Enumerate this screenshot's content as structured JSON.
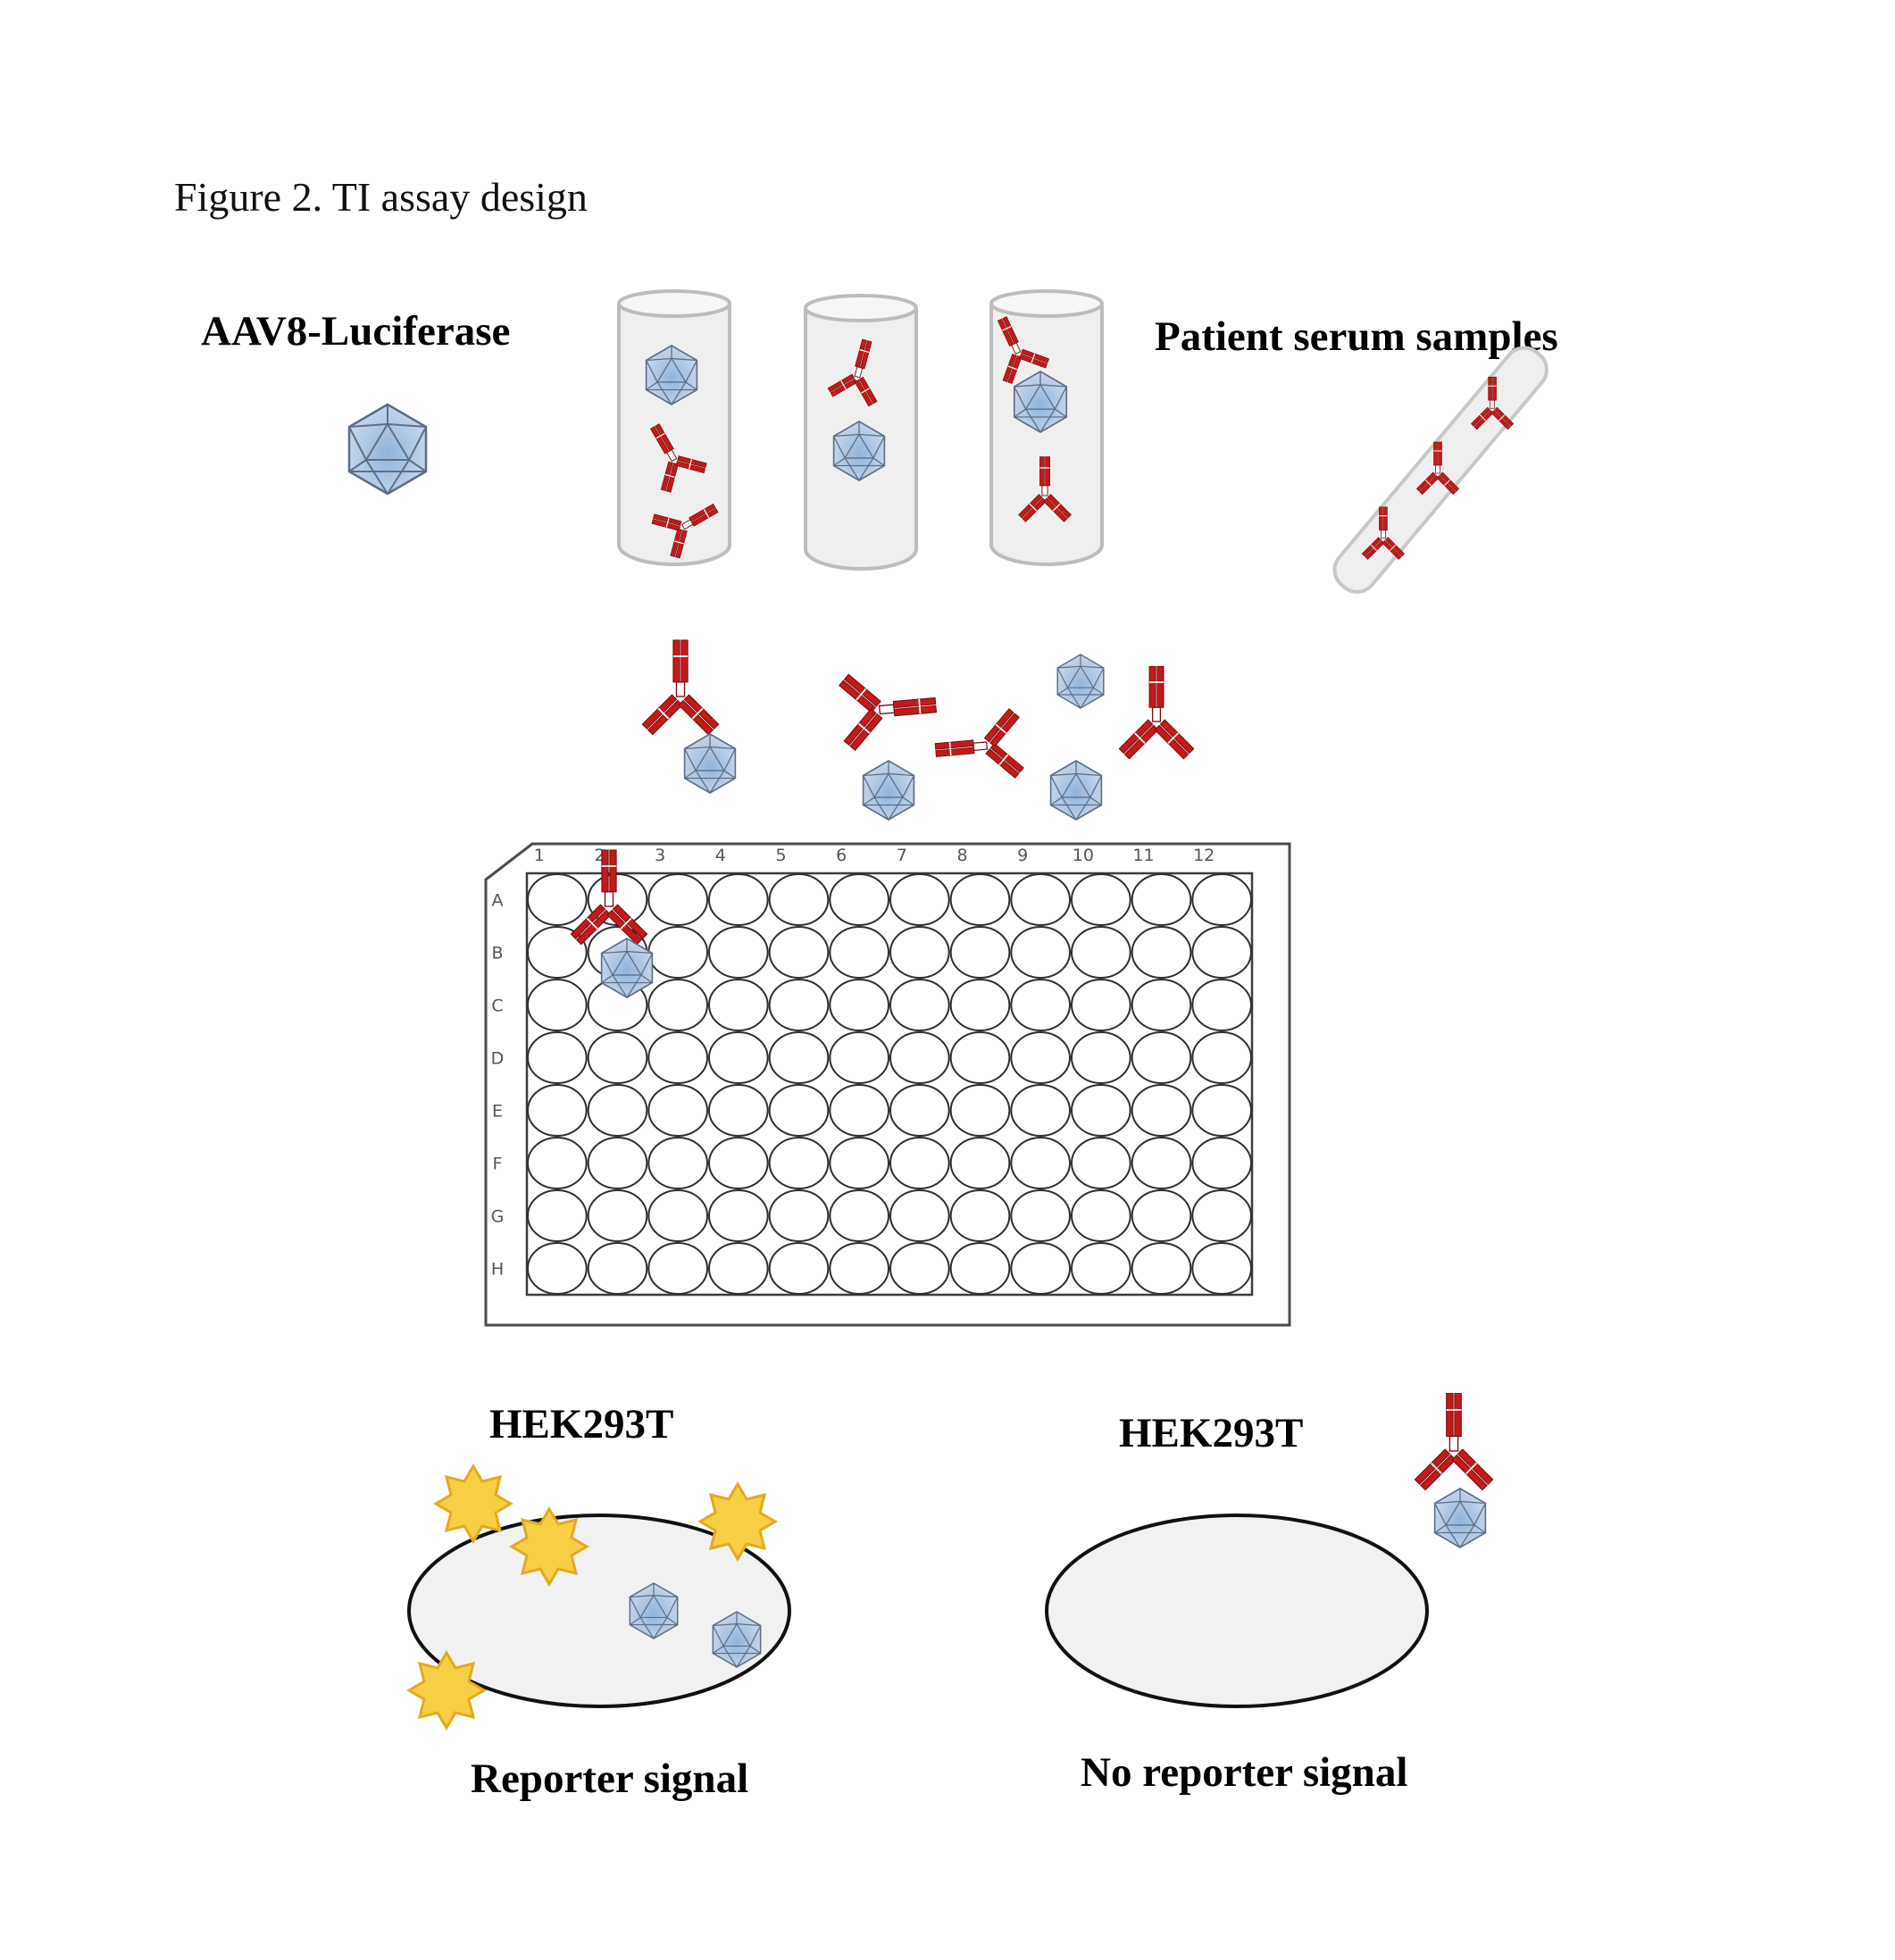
{
  "figure_title": "Figure 2. TI assay design",
  "labels": {
    "aav": "AAV8-Luciferase",
    "serum": "Patient serum samples",
    "cell_left": "HEK293T",
    "cell_right": "HEK293T",
    "result_left": "Reporter signal",
    "result_right": "No reporter signal"
  },
  "plate": {
    "columns": [
      "1",
      "2",
      "3",
      "4",
      "5",
      "6",
      "7",
      "8",
      "9",
      "10",
      "11",
      "12"
    ],
    "rows": [
      "A",
      "B",
      "C",
      "D",
      "E",
      "F",
      "G",
      "H"
    ]
  },
  "colors": {
    "antibody": "#c41a1a",
    "capsid": "#b9cbe2",
    "reporter": "#f7cf45",
    "cell": "#f1f1f1",
    "tube": "#efefef"
  },
  "icons": {
    "capsid": "aav-capsid-icon",
    "antibody": "antibody-icon",
    "reporter": "reporter-star-icon"
  }
}
